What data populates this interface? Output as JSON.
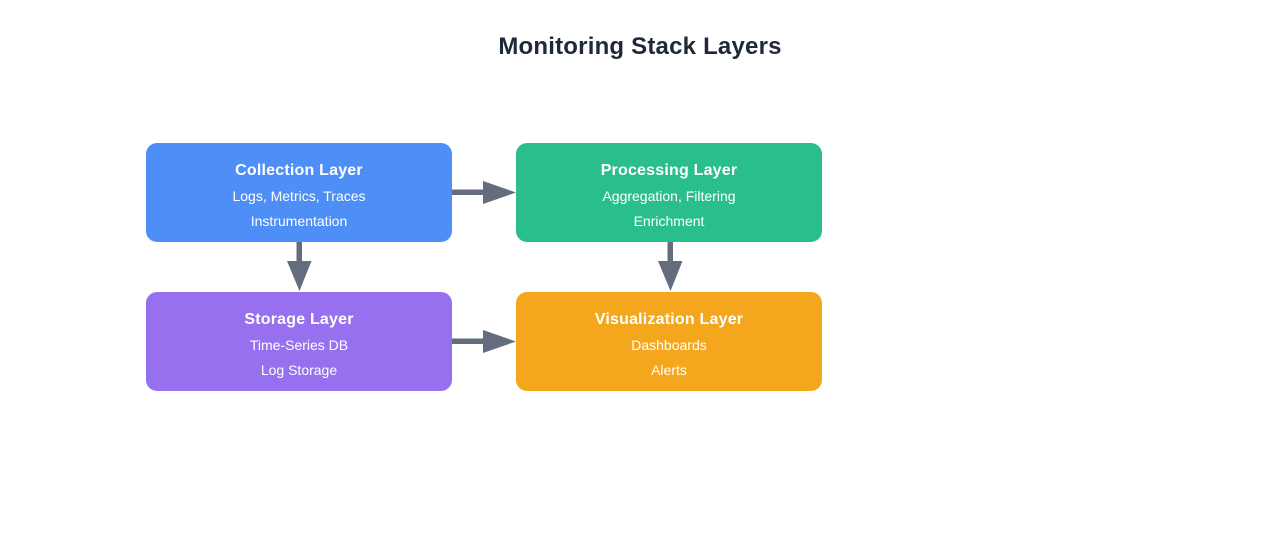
{
  "title": "Monitoring Stack Layers",
  "colors": {
    "background": "#ffffff",
    "title_text": "#20293a",
    "node_text": "#ffffff",
    "arrow": "#646d7d",
    "collection": "#4d8ef7",
    "processing": "#2abe8c",
    "storage": "#9770f0",
    "visualization": "#f4a71d"
  },
  "nodes": [
    {
      "id": "collection",
      "title": "Collection Layer",
      "lines": [
        "Logs, Metrics, Traces",
        "Instrumentation"
      ]
    },
    {
      "id": "processing",
      "title": "Processing Layer",
      "lines": [
        "Aggregation, Filtering",
        "Enrichment"
      ]
    },
    {
      "id": "storage",
      "title": "Storage Layer",
      "lines": [
        "Time-Series DB",
        "Log Storage"
      ]
    },
    {
      "id": "visualization",
      "title": "Visualization Layer",
      "lines": [
        "Dashboards",
        "Alerts"
      ]
    }
  ],
  "edges": [
    {
      "from": "Collection Layer",
      "to": "Processing Layer"
    },
    {
      "from": "Collection Layer",
      "to": "Storage Layer"
    },
    {
      "from": "Processing Layer",
      "to": "Visualization Layer"
    },
    {
      "from": "Storage Layer",
      "to": "Visualization Layer"
    }
  ]
}
